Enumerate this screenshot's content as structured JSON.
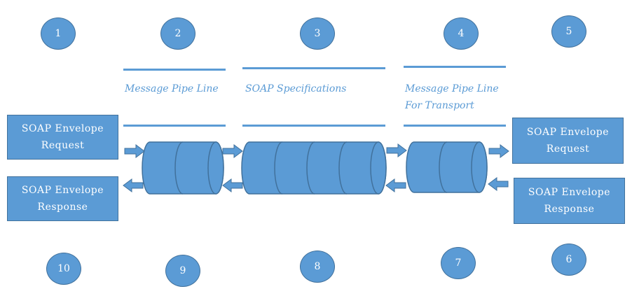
{
  "numbers": {
    "n1": "1",
    "n2": "2",
    "n3": "3",
    "n4": "4",
    "n5": "5",
    "n6": "6",
    "n7": "7",
    "n8": "8",
    "n9": "9",
    "n10": "10"
  },
  "left_request": {
    "line1": "SOAP Envelope",
    "line2": "Request"
  },
  "left_response": {
    "line1": "SOAP Envelope",
    "line2": "Response"
  },
  "right_request": {
    "line1": "SOAP Envelope",
    "line2": "Request"
  },
  "right_response": {
    "line1": "SOAP Envelope",
    "line2": "Response"
  },
  "labels": {
    "pipe1": "Message Pipe Line",
    "soap": "SOAP Specifications",
    "pipe2_line1": "Message Pipe Line",
    "pipe2_line2": "For Transport"
  },
  "colors": {
    "fill": "#5b9bd5",
    "stroke": "#41719c"
  }
}
